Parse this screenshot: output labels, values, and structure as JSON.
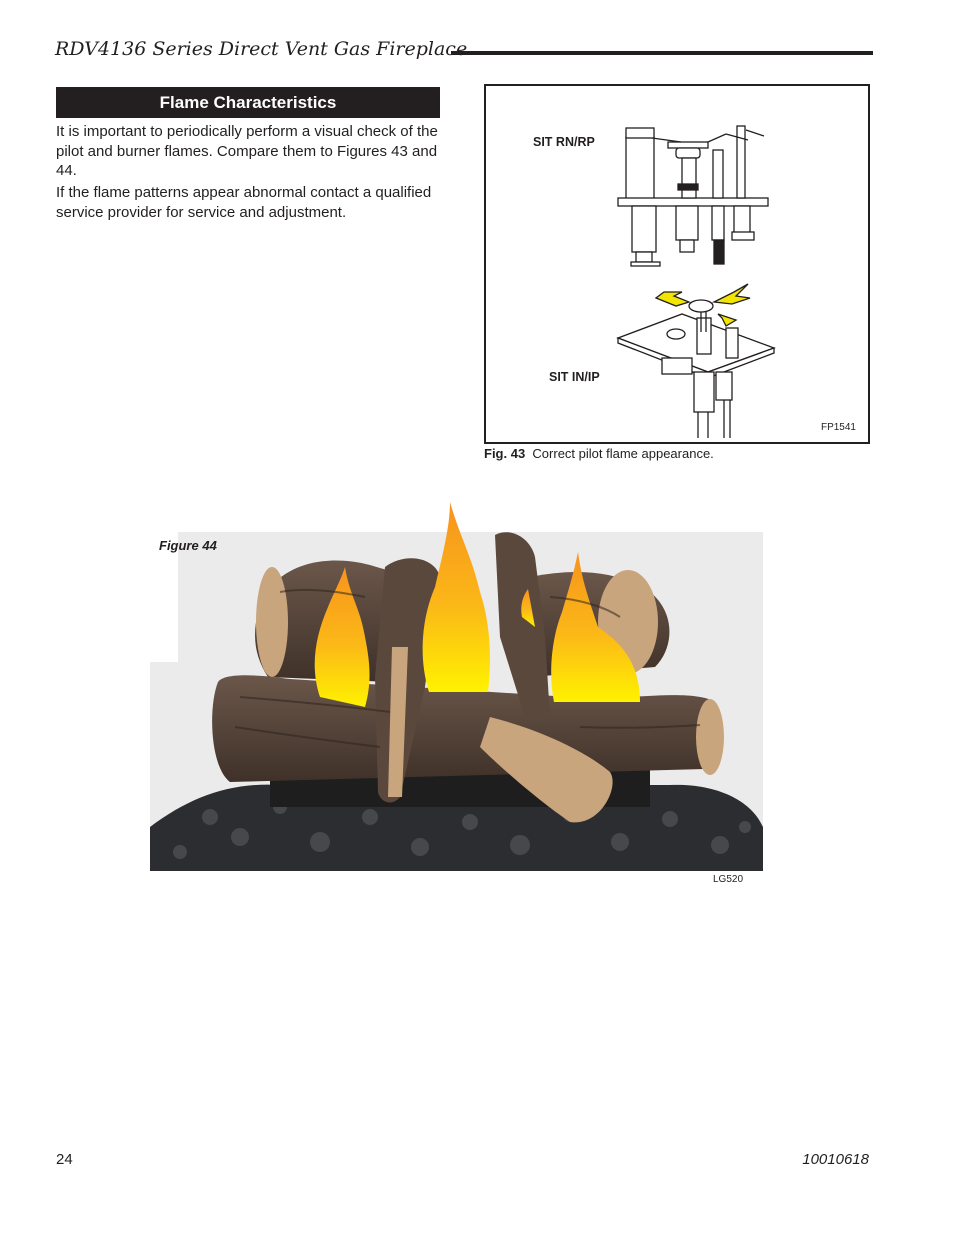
{
  "header": {
    "title": "RDV4136 Series Direct Vent Gas Fireplace"
  },
  "section": {
    "heading": "Flame Characteristics",
    "paragraph1": "It is important to periodically perform a visual check of the pilot and burner flames. Compare them to Figures 43 and 44.",
    "paragraph2": "If the flame patterns appear abnormal contact a qualified service provider for service and adjustment."
  },
  "figure43": {
    "label_top": "SIT RN/RP",
    "label_bottom": "SIT IN/IP",
    "code": "FP1541",
    "caption_number": "Fig. 43",
    "caption_text": "Correct pilot flame appearance."
  },
  "figure44": {
    "label": "Figure 44",
    "code": "LG520"
  },
  "footer": {
    "page_number": "24",
    "document_number": "10010618"
  },
  "colors": {
    "flame_outer": "#f7931e",
    "flame_inner": "#fff200",
    "log_dark": "#4a3a30",
    "log_light": "#c9a57e",
    "ink": "#231f20"
  }
}
